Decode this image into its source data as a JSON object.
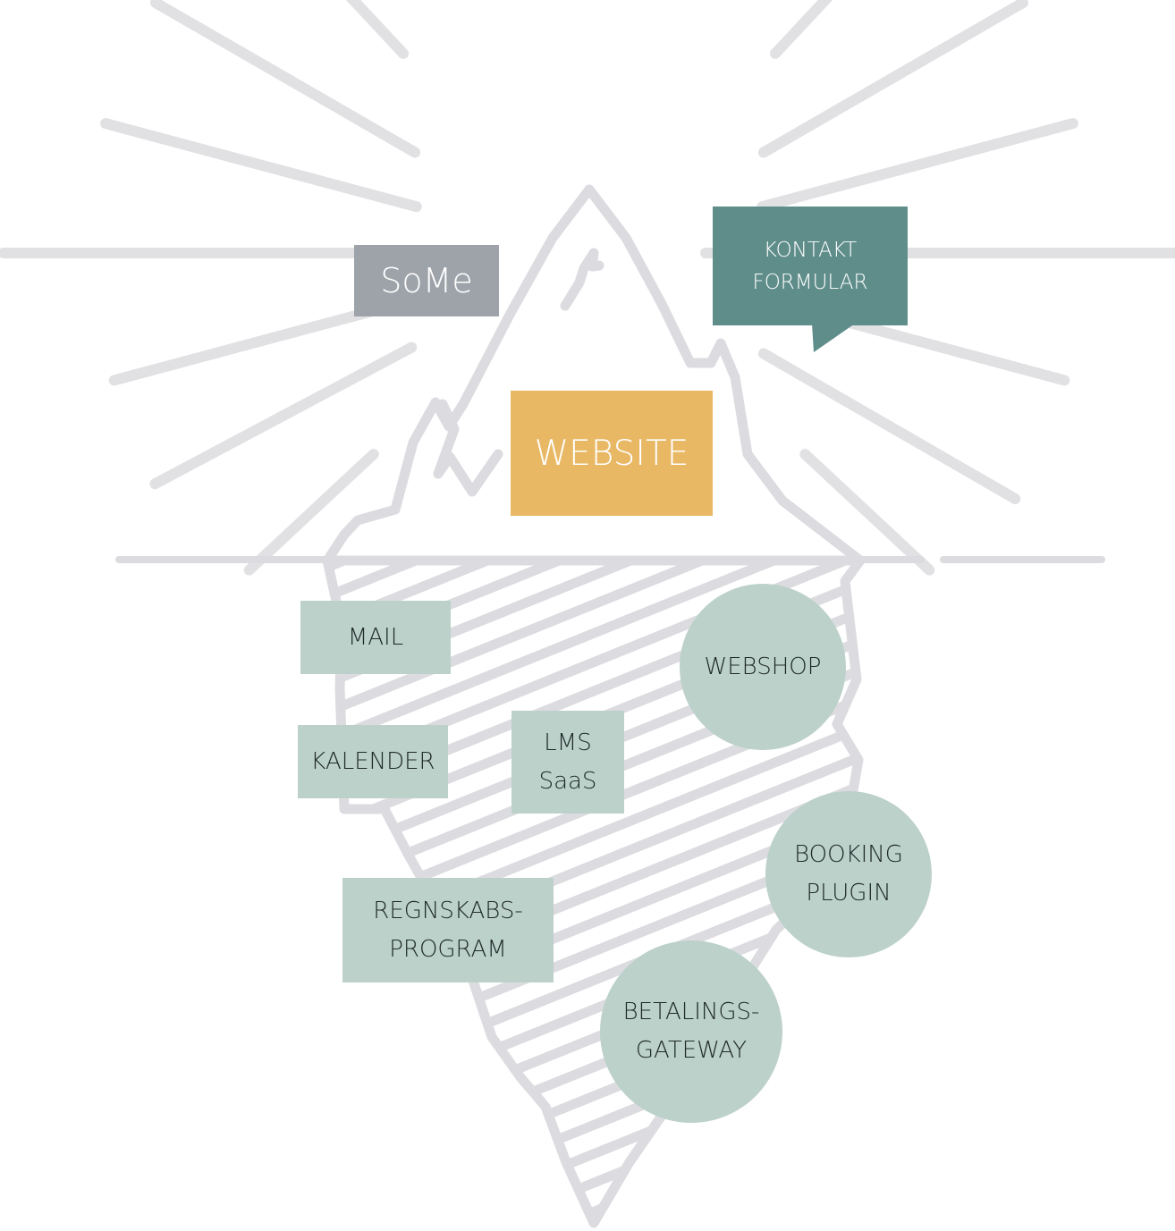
{
  "diagram": {
    "above_water": {
      "some": "SoMe",
      "website": "WEBSITE",
      "kontakt": [
        "KONTAKT",
        "FORMULAR"
      ]
    },
    "below_water": {
      "mail": "MAIL",
      "kalender": "KALENDER",
      "lms": [
        "LMS",
        "SaaS"
      ],
      "regnskab": [
        "REGNSKABS-",
        "PROGRAM"
      ],
      "webshop": "WEBSHOP",
      "booking": [
        "BOOKING",
        "PLUGIN"
      ],
      "betaling": [
        "BETALINGS-",
        "GATEWAY"
      ]
    }
  },
  "colors": {
    "rays": "#e1e1e4",
    "iceberg_outline": "#dcdce0",
    "hatch": "#dcdce0",
    "some_box": "#9ea3a9",
    "website_box": "#e8b865",
    "kontakt_box": "#5e8d8a",
    "submerged_items": "#bcd1c9",
    "submerged_text": "#1f2a2a"
  },
  "icons": [
    "sunburst-rays",
    "iceberg",
    "speech-bubble",
    "waterline"
  ]
}
